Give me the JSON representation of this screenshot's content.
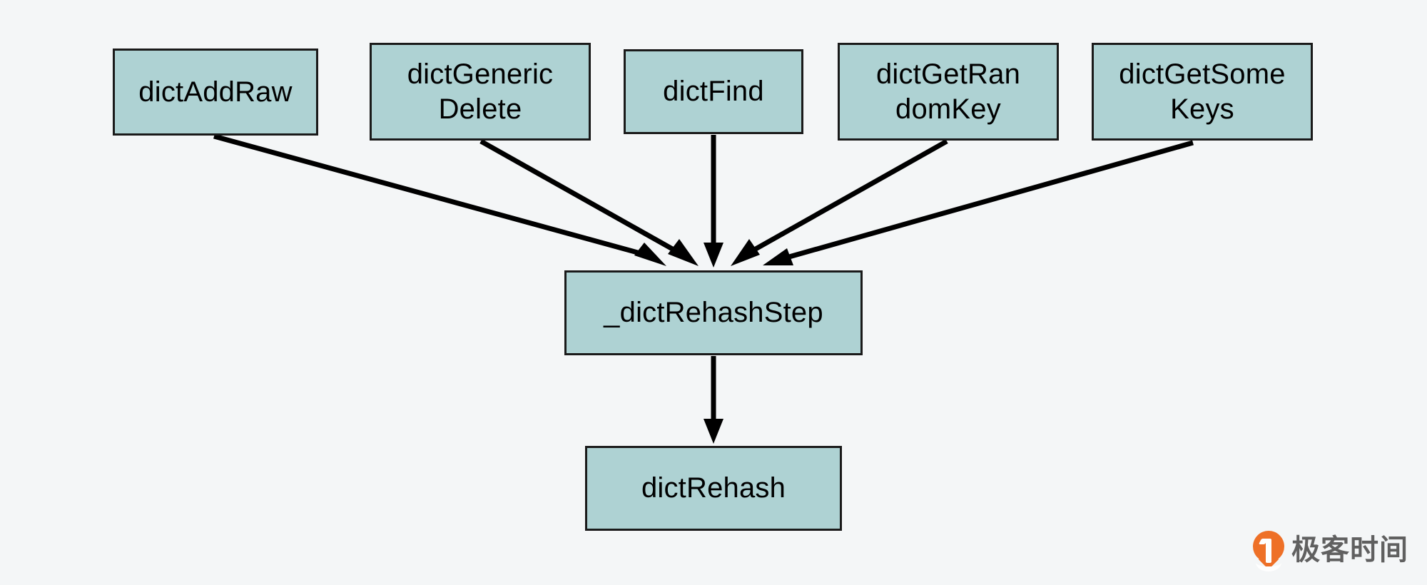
{
  "diagram": {
    "type": "call-graph",
    "background_color": "#f4f6f7",
    "node_fill_color": "#aed2d3",
    "node_border_color": "#1a1a1a",
    "edge_color": "#000000",
    "nodes": [
      {
        "id": "dictAddRaw",
        "label": "dictAddRaw"
      },
      {
        "id": "dictGenericDelete",
        "label": "dictGeneric\nDelete"
      },
      {
        "id": "dictFind",
        "label": "dictFind"
      },
      {
        "id": "dictGetRandomKey",
        "label": "dictGetRan\ndomKey"
      },
      {
        "id": "dictGetSomeKeys",
        "label": "dictGetSome\nKeys"
      },
      {
        "id": "dictRehashStep",
        "label": "_dictRehashStep"
      },
      {
        "id": "dictRehash",
        "label": "dictRehash"
      }
    ],
    "edges": [
      {
        "from": "dictAddRaw",
        "to": "dictRehashStep"
      },
      {
        "from": "dictGenericDelete",
        "to": "dictRehashStep"
      },
      {
        "from": "dictFind",
        "to": "dictRehashStep"
      },
      {
        "from": "dictGetRandomKey",
        "to": "dictRehashStep"
      },
      {
        "from": "dictGetSomeKeys",
        "to": "dictRehashStep"
      },
      {
        "from": "dictRehashStep",
        "to": "dictRehash"
      }
    ]
  },
  "watermark": {
    "text": "极客时间",
    "logo_color": "#ee6b1f",
    "text_color": "#5a5a5a"
  }
}
